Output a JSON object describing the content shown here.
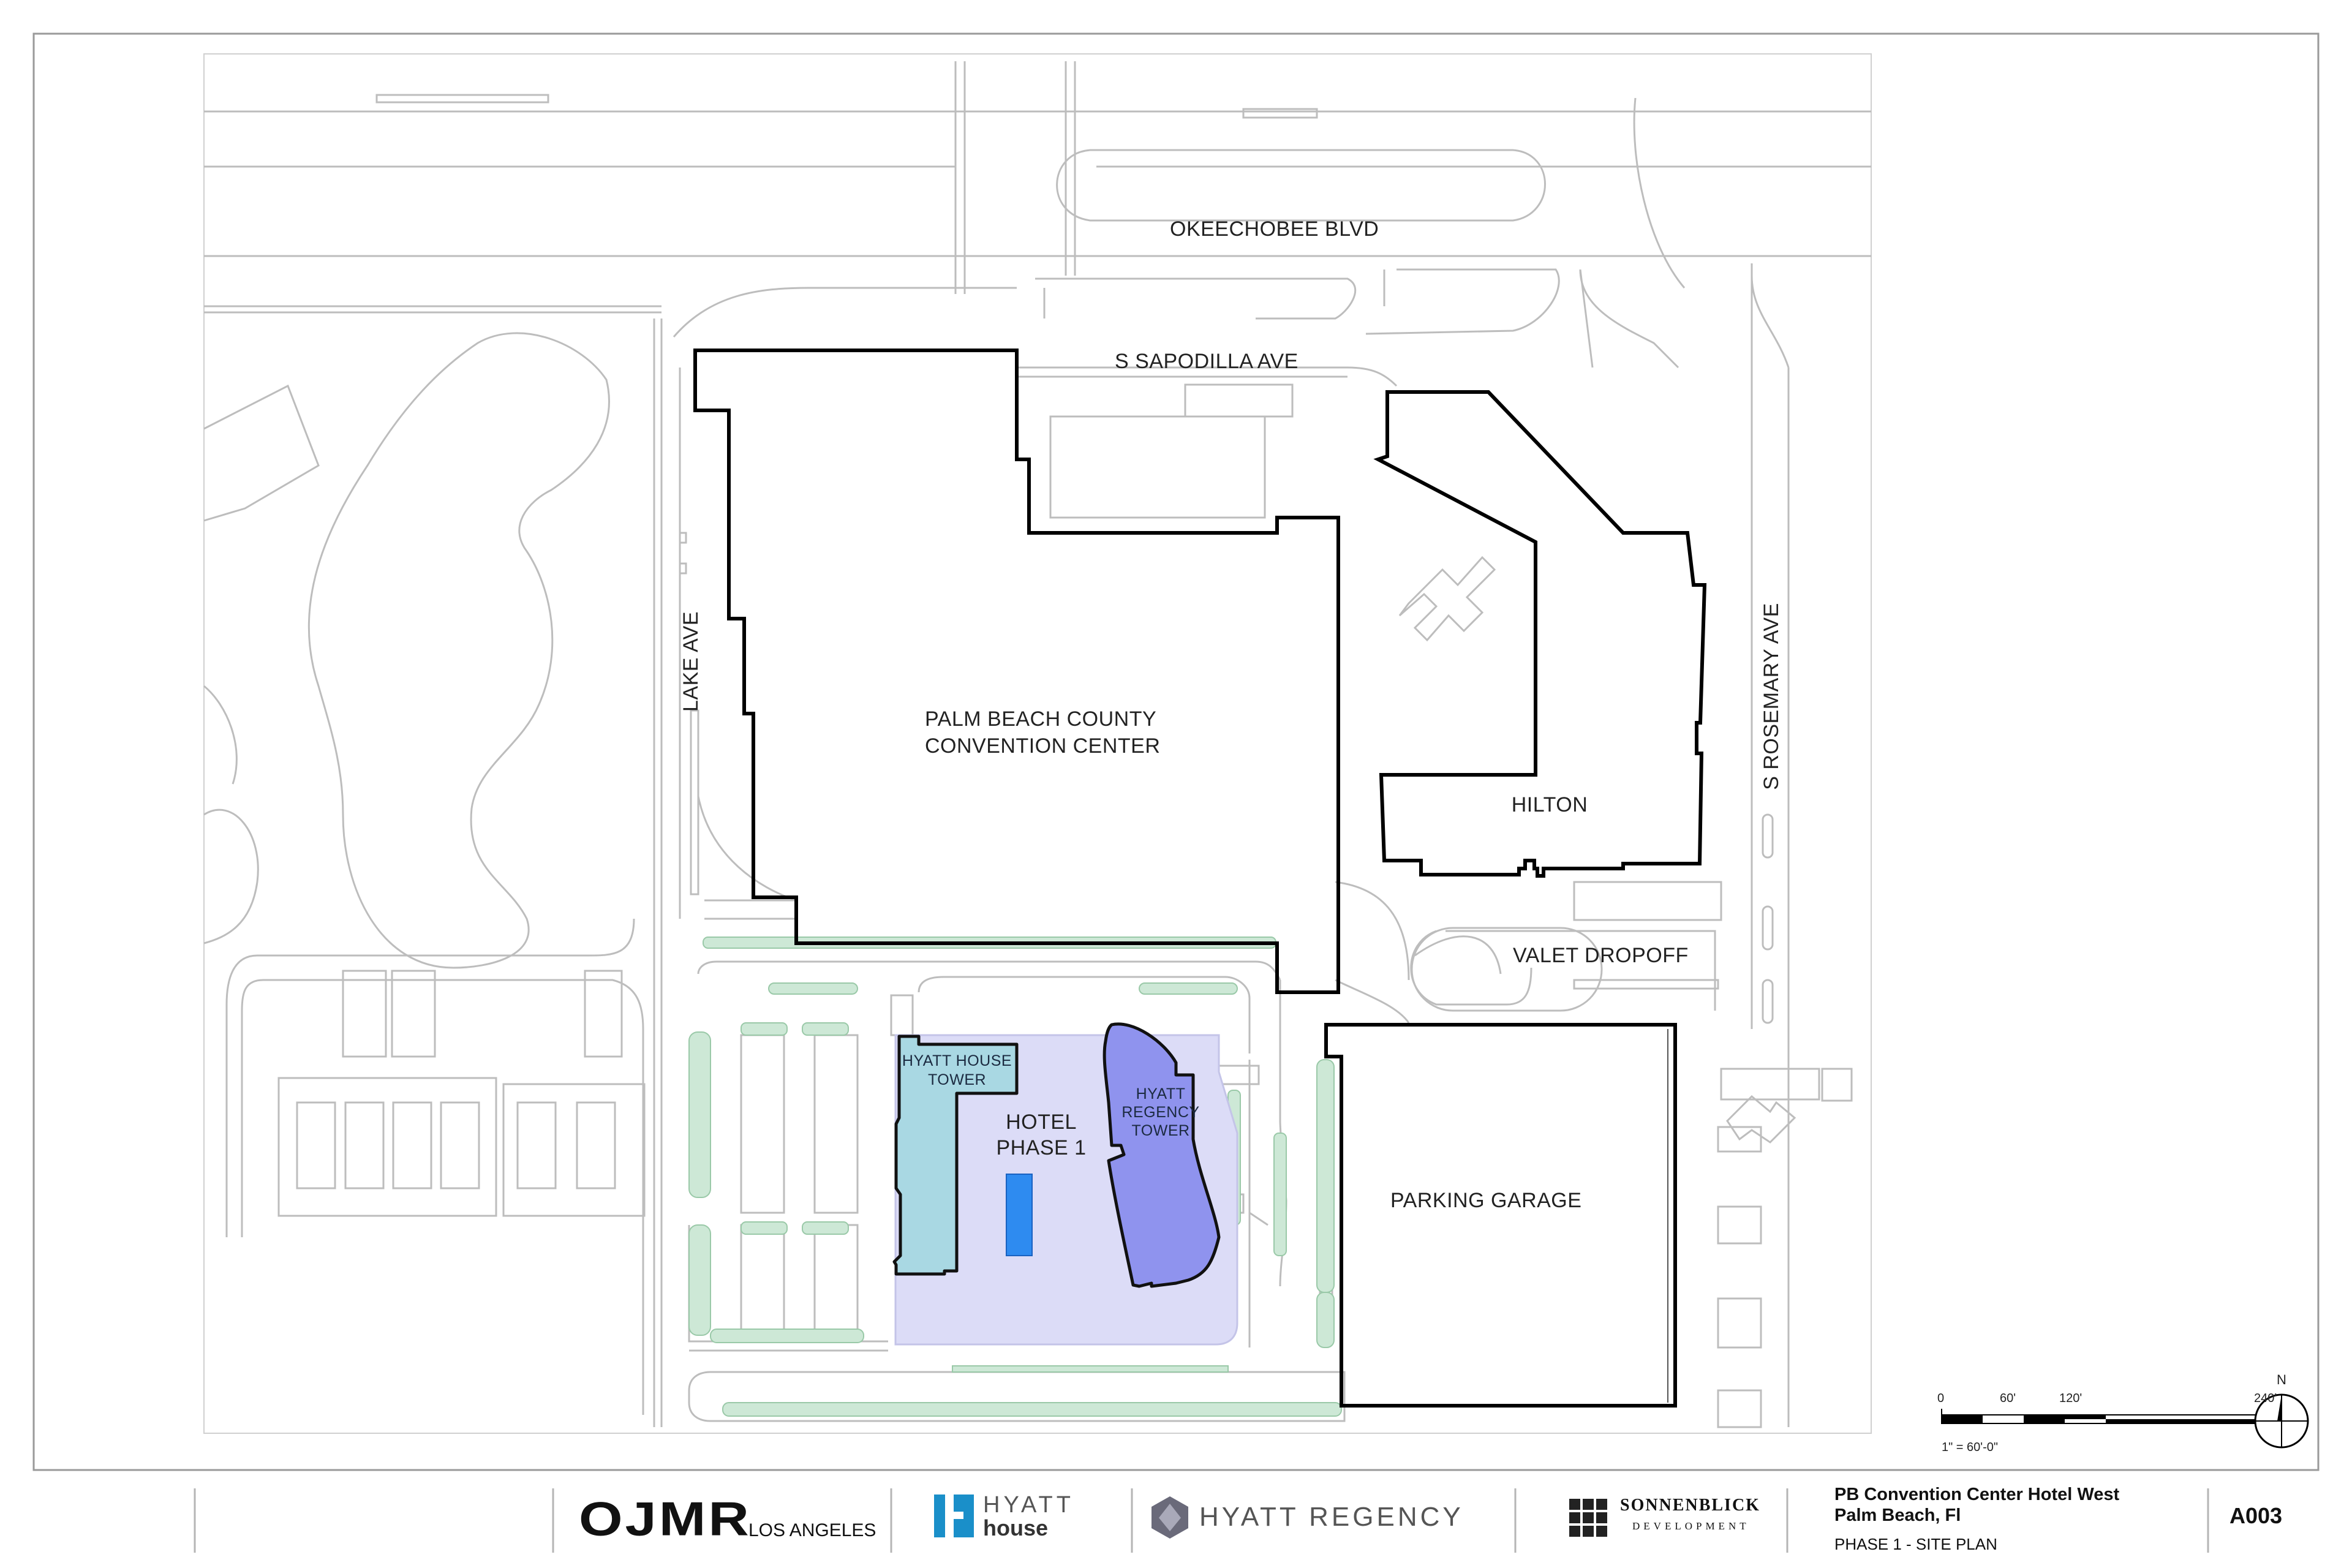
{
  "plan": {
    "streets": {
      "okeechobee": "OKEECHOBEE BLVD",
      "sapodilla": "S SAPODILLA AVE",
      "lake": "LAKE AVE",
      "rosemary": "S ROSEMARY AVE",
      "valet": "VALET DROPOFF"
    },
    "buildings": {
      "convention_line1": "PALM BEACH COUNTY",
      "convention_line2": "CONVENTION CENTER",
      "hilton": "HILTON",
      "garage": "PARKING GARAGE",
      "hotel_line1": "HOTEL",
      "hotel_line2": "PHASE 1",
      "hyatt_house_line1": "HYATT HOUSE",
      "hyatt_house_line2": "TOWER",
      "hyatt_regency_line1": "HYATT",
      "hyatt_regency_line2": "REGENCY",
      "hyatt_regency_line3": "TOWER"
    },
    "colors": {
      "hotel_site": "#dcdcf7",
      "hyatt_house": "#a9d8e3",
      "hyatt_regency": "#8f93ee",
      "pool": "#2e8bf0",
      "landscape": "#cde8d6"
    }
  },
  "scale": {
    "ticks": [
      "0",
      "60'",
      "120'",
      "240'"
    ],
    "note": "1\" = 60'-0\"",
    "north": "N"
  },
  "title_block": {
    "ojmr_logo": "OJMR",
    "ojmr_city": "LOS ANGELES",
    "hyatt_house_top": "HYATT",
    "hyatt_house_bottom": "house",
    "hyatt_regency": "HYATT REGENCY",
    "sonnenblick_top": "SONNENBLICK",
    "sonnenblick_bottom": "DEVELOPMENT",
    "project_line1": "PB Convention Center Hotel West",
    "project_line2": "Palm Beach, Fl",
    "sheet_title": "PHASE 1 - SITE PLAN",
    "sheet_number": "A003"
  }
}
